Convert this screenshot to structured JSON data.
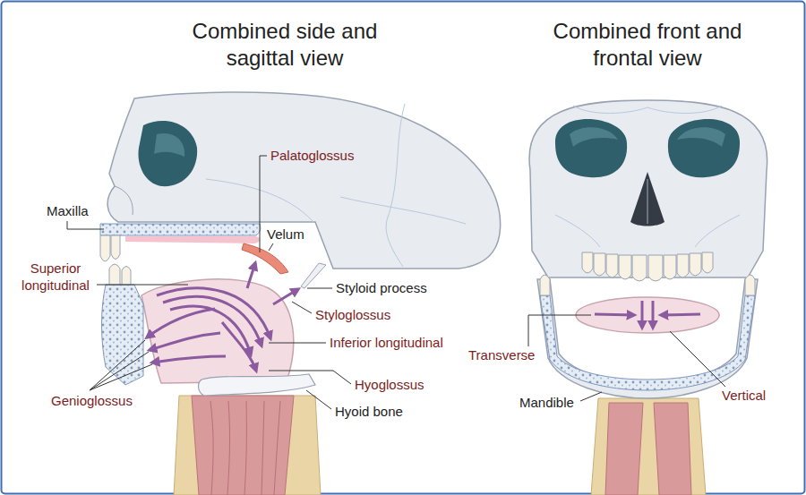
{
  "diagram": {
    "labels": [
      "Combined side and sagittal view",
      "Combined front and frontal view",
      "Palatoglossus",
      "Maxilla",
      "Velum",
      "Superior longitudinal",
      "Styloid process",
      "Styloglossus",
      "Inferior longitudinal",
      "Genioglossus",
      "Hyoglossus",
      "Hyoid bone",
      "Transverse",
      "Vertical",
      "Mandible"
    ]
  }
}
